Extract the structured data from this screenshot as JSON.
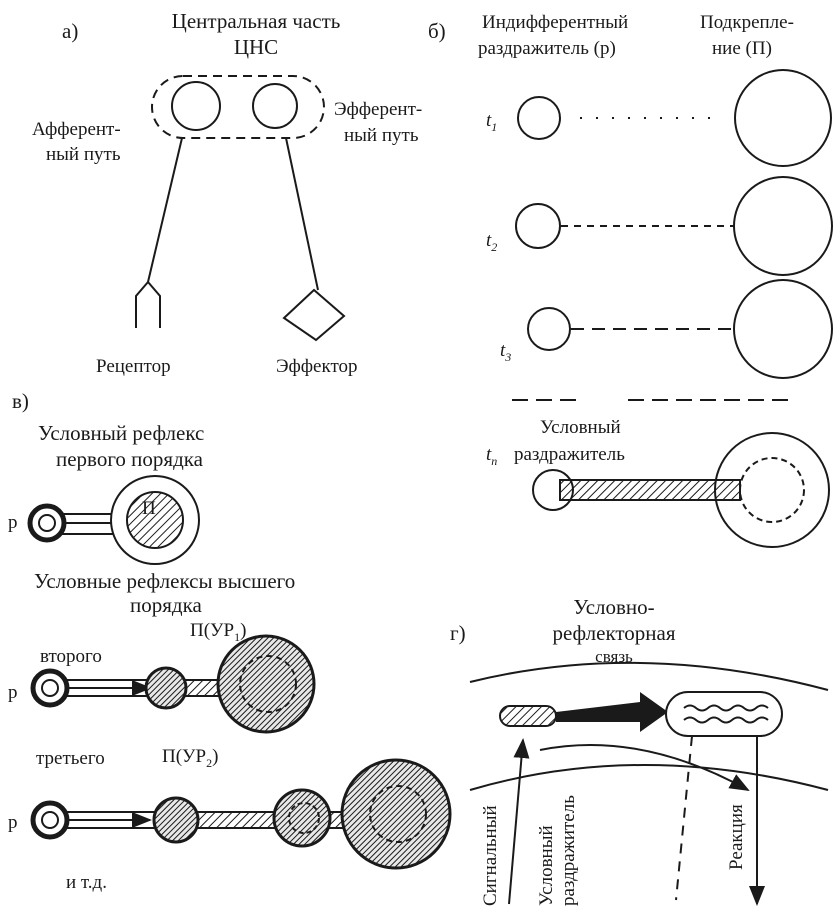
{
  "panel_a": {
    "tag": "а)",
    "cns_line1": "Центральная часть",
    "cns_line2": "ЦНС",
    "afferent_line1": "Афферент-",
    "afferent_line2": "ный путь",
    "efferent_line1": "Эфферент-",
    "efferent_line2": "ный путь",
    "receptor": "Рецептор",
    "effector": "Эффектор"
  },
  "panel_b": {
    "tag": "б)",
    "indiff_line1": "Индифферентный",
    "indiff_line2": "раздражитель (р)",
    "reinf_line1": "Подкрепле-",
    "reinf_line2": "ние (П)",
    "times": [
      {
        "t": "t",
        "sub": "1"
      },
      {
        "t": "t",
        "sub": "2"
      },
      {
        "t": "t",
        "sub": "3"
      },
      {
        "t": "t",
        "sub": "n"
      }
    ],
    "cond_line1": "Условный",
    "cond_line2": "раздражитель"
  },
  "panel_v": {
    "tag": "в)",
    "first_line1": "Условный рефлекс",
    "first_line2": "первого порядка",
    "p_label": "р",
    "P_label": "П",
    "higher_line1": "Условные рефлексы высшего",
    "higher_line2": "порядка",
    "second": "второго",
    "third": "третьего",
    "pur1": {
      "main": "П(УР",
      "sub": "1",
      "close": ")"
    },
    "pur2": {
      "main": "П(УР",
      "sub": "2",
      "close": ")"
    },
    "etc": "и т.д."
  },
  "panel_g": {
    "tag": "г)",
    "link_line1": "Условно-",
    "link_line2": "рефлекторная",
    "link_line3": "связь",
    "signal": "Сигнальный",
    "cond_line1": "Условный",
    "cond_line2": "раздражитель",
    "reaction": "Реакция"
  },
  "colors": {
    "ink": "#1a1a1a",
    "paper": "#ffffff",
    "hatch": "#1a1a1a"
  }
}
